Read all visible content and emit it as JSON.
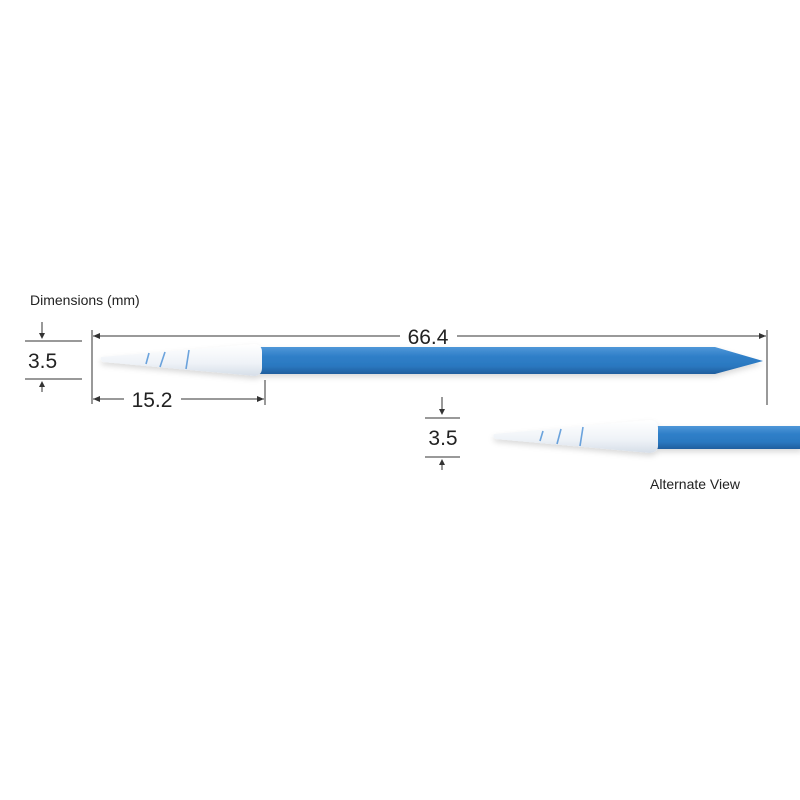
{
  "title": "Dimensions (mm)",
  "dimensions": {
    "tip_width": "3.5",
    "overall_length": "66.4",
    "tip_length": "15.2",
    "alternate_tip_width": "3.5"
  },
  "alternate_view_label": "Alternate View",
  "colors": {
    "handle": "#2f7fc8",
    "tip": "#eef3f8",
    "tip_marks": "#4a8fd6"
  }
}
